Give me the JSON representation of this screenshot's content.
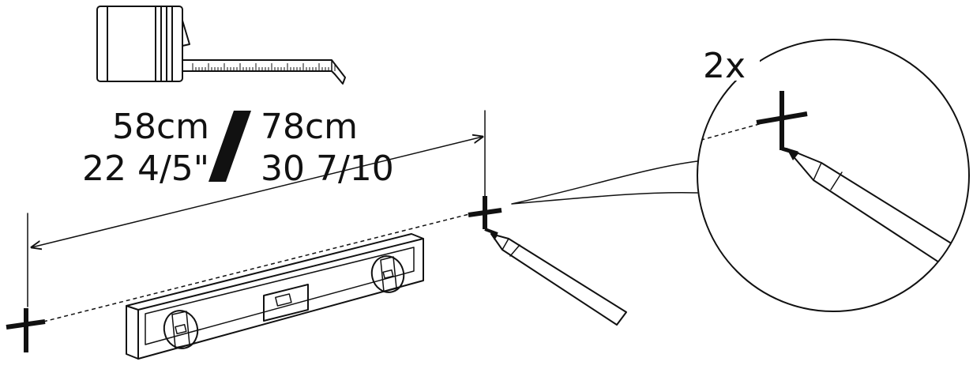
{
  "measurements": {
    "option_a_cm": "58cm",
    "option_a_in": "22 4/5\"",
    "option_b_cm": "78cm",
    "option_b_in": "30 7/10"
  },
  "zoom_label": "2x",
  "icons": [
    "tape-measure-icon",
    "spirit-level-icon",
    "pencil-icon",
    "cross-mark-icon",
    "magnifier-circle-icon"
  ]
}
